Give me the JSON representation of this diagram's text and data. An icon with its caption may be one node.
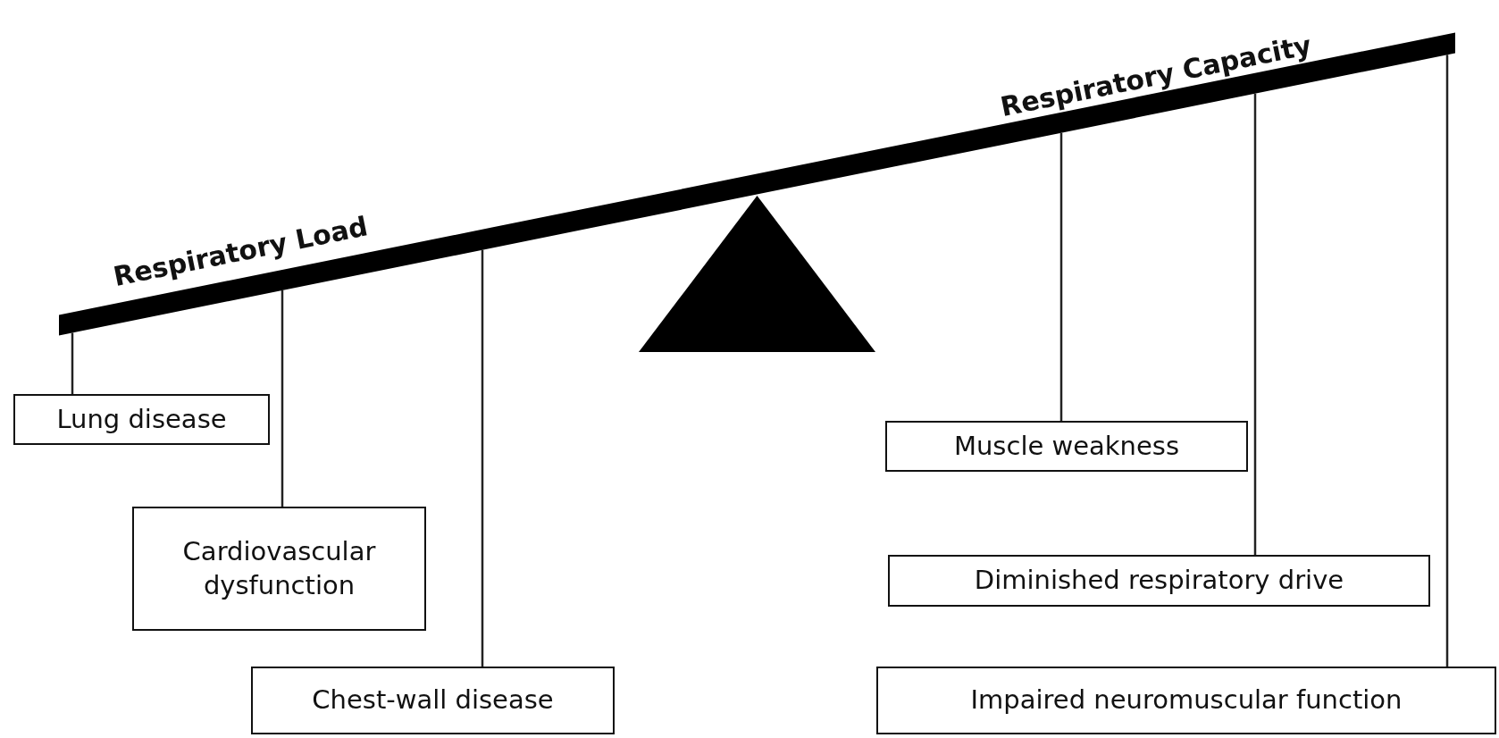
{
  "diagram": {
    "nodes": [
      {
        "text": [],
        "shape": "bar"
      },
      {
        "text": [
          "Lung disease"
        ]
      },
      {
        "text": [
          "Cardiovascular dysfunction"
        ]
      },
      {
        "text": [
          "Chest-wall disease"
        ]
      },
      {
        "text": [
          "Muscle weakness"
        ]
      },
      {
        "text": [
          "Diminished respiratory drive"
        ]
      },
      {
        "text": [
          "Impaired neuromuscular function"
        ]
      },
      {
        "text": [],
        "shape": "triangle"
      }
    ],
    "edges": [
      {
        "from": 0,
        "to": 1,
        "arrow": "none"
      },
      {
        "from": 0,
        "to": 2,
        "arrow": "none"
      },
      {
        "from": 0,
        "to": 3,
        "arrow": "none"
      },
      {
        "from": 0,
        "to": 4,
        "arrow": "none"
      },
      {
        "from": 0,
        "to": 5,
        "arrow": "none"
      },
      {
        "from": 0,
        "to": 6,
        "arrow": "none"
      }
    ],
    "labels": [
      "Respiratory Load",
      "Respiratory Capacity"
    ]
  }
}
